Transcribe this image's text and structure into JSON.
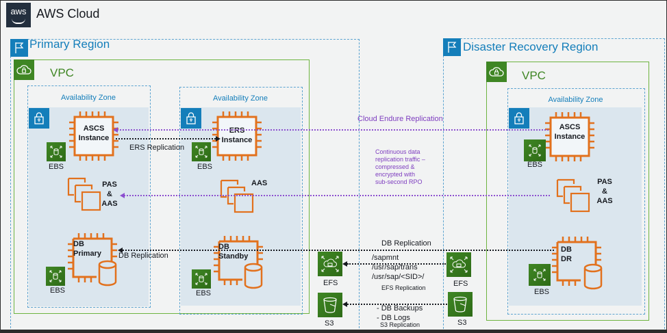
{
  "header": {
    "logo_text": "aws",
    "title": "AWS Cloud"
  },
  "primary_region": {
    "title": "Primary Region",
    "vpc_title": "VPC",
    "az1": {
      "title": "Availability Zone",
      "ascs": [
        "ASCS",
        "Instance"
      ],
      "ebs_top": "EBS",
      "pas": [
        "PAS",
        "&",
        "AAS"
      ],
      "db": [
        "DB",
        "Primary"
      ],
      "ebs_bottom": "EBS"
    },
    "az2": {
      "title": "Availability Zone",
      "ers": [
        "ERS",
        "Instance"
      ],
      "ebs_top": "EBS",
      "aas": "AAS",
      "db": [
        "DB",
        "Standby"
      ],
      "ebs_bottom": "EBS"
    },
    "efs_label": "EFS",
    "s3_label": "S3"
  },
  "dr_region": {
    "title": "Disaster Recovery Region",
    "vpc_title": "VPC",
    "az": {
      "title": "Availability Zone",
      "ascs": [
        "ASCS",
        "Instance"
      ],
      "ebs_top": "EBS",
      "pas": [
        "PAS",
        "&",
        "AAS"
      ],
      "db": [
        "DB",
        "DR"
      ],
      "ebs_bottom": "EBS"
    },
    "efs_label": "EFS",
    "s3_label": "S3"
  },
  "connections": {
    "ers_replication": "ERS Replication",
    "cloud_endure": "Cloud Endure Replication",
    "continuous_note": [
      "Continuous data",
      "replication traffic –",
      "compressed &",
      "encrypted with",
      "sub-second RPO"
    ],
    "db_replication_top": "DB Replication",
    "db_replication_left": "DB Replication",
    "efs_paths": [
      "/sapmnt",
      "/usr/sap/trans",
      "/usr/sap/<SID>/"
    ],
    "efs_replication": "EFS Replication",
    "s3_items": [
      "- DB Backups",
      "- DB Logs"
    ],
    "s3_replication": "S3 Replication"
  },
  "colors": {
    "region_blue": "#147eba",
    "vpc_green": "#3f8624",
    "compute_orange": "#e2711d",
    "replication_purple": "#7d3cbf"
  }
}
